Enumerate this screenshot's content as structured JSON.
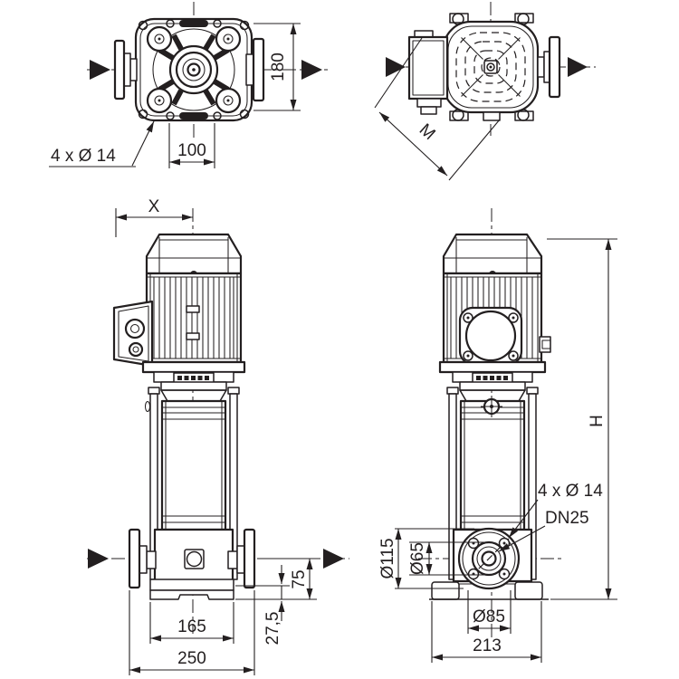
{
  "colors": {
    "line_color": "#231f20",
    "background": "#ffffff"
  },
  "views": {
    "pump_top_view": {
      "dim_height": "180",
      "dim_port_spacing": "100",
      "bolt_holes_label": "4 x Ø 14"
    },
    "motor_top_view": {
      "dim_diagonal": "M"
    },
    "front_view": {
      "dim_motor_box": "X",
      "dim_port_center_height": "75",
      "dim_base_plate_height": "27,5",
      "dim_base_width": "165",
      "dim_port_to_port": "250"
    },
    "side_view": {
      "dim_total_height": "H",
      "bolt_holes_label": "4 x Ø 14",
      "port_label": "DN25",
      "dim_flange_outer": "Ø115",
      "dim_hub": "Ø65",
      "dim_bolt_circle": "Ø85",
      "dim_base_depth": "213"
    }
  }
}
